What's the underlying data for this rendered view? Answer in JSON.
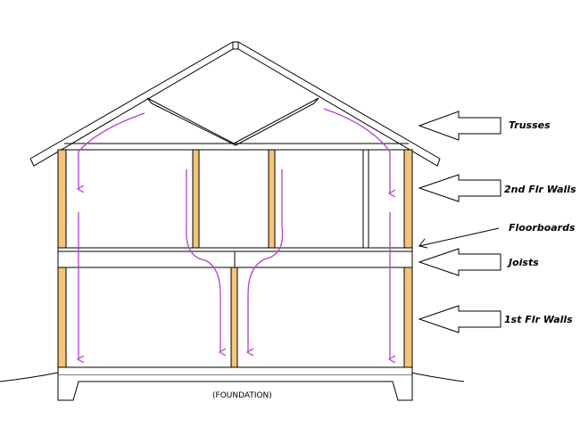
{
  "labels": {
    "trusses": "Trusses",
    "second_floor_walls": "2nd Flr Walls",
    "floorboards": "Floorboards",
    "joists": "Joists",
    "first_floor_walls": "1st Flr Walls",
    "foundation": "(FOUNDATION)"
  },
  "colors": {
    "outline": "#000000",
    "stud": "#f4c479",
    "airflow": "#b040d0"
  }
}
